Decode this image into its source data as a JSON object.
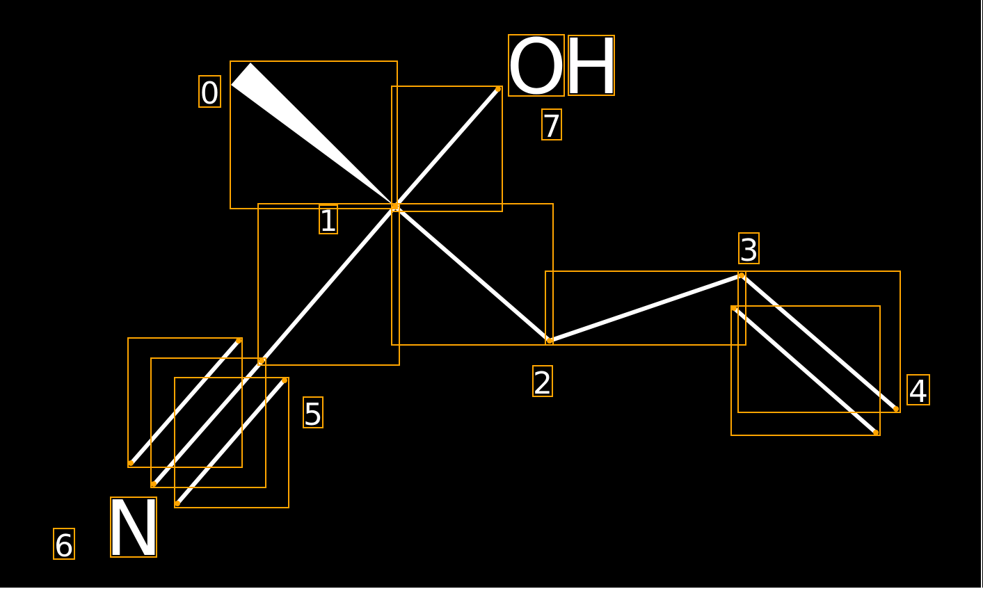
{
  "diagram": {
    "title": "Molecule structure with atom index annotations",
    "atom_indices": [
      "0",
      "1",
      "2",
      "3",
      "4",
      "5",
      "6",
      "7"
    ],
    "atoms": {
      "hydroxyl": "OH",
      "o": "O",
      "h": "H",
      "nitrogen": "N"
    },
    "colors": {
      "background": "#000000",
      "bond": "#ffffff",
      "box": "#FFA500"
    }
  }
}
